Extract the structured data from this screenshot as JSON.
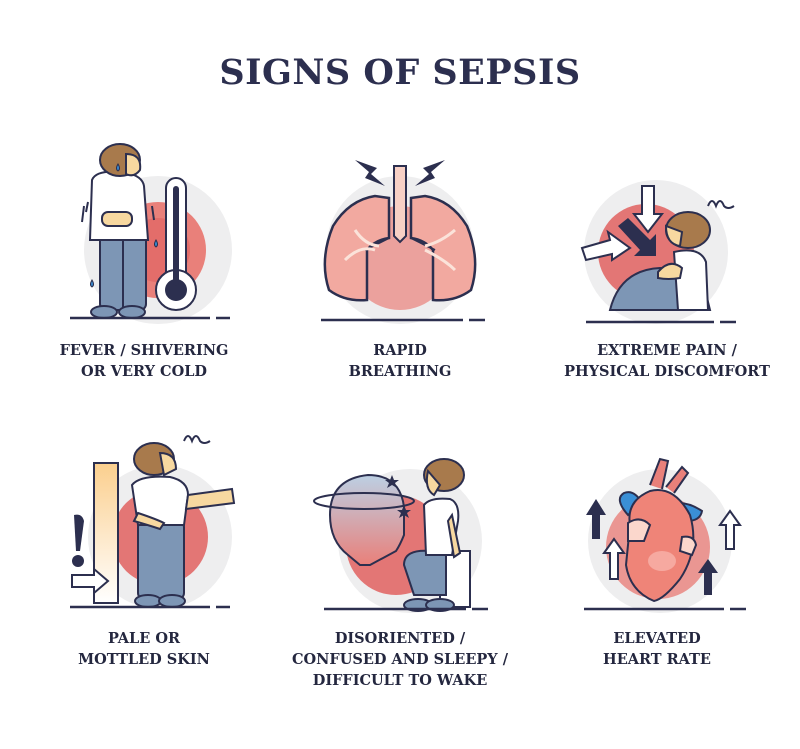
{
  "title": "SIGNS OF SEPSIS",
  "colors": {
    "navy": "#2c2f4f",
    "red": "#e0605f",
    "light_red": "#f2a9a0",
    "grey_circle": "#eeeeef",
    "denim": "#7d96b5",
    "hair": "#a87a4c",
    "skin": "#f7d8a0",
    "blue_vessel": "#3a8fd6"
  },
  "signs": [
    {
      "id": "fever",
      "icon": "thermometer-shivering-person",
      "lines": [
        "FEVER / SHIVERING",
        "OR VERY COLD"
      ]
    },
    {
      "id": "breathing",
      "icon": "lungs",
      "lines": [
        "RAPID",
        "BREATHING"
      ]
    },
    {
      "id": "pain",
      "icon": "person-in-pain",
      "lines": [
        "EXTREME PAIN /",
        "PHYSICAL DISCOMFORT"
      ]
    },
    {
      "id": "pale",
      "icon": "pale-skin-person",
      "lines": [
        "PALE OR",
        "MOTTLED SKIN"
      ]
    },
    {
      "id": "disoriented",
      "icon": "confused-head",
      "lines": [
        "DISORIENTED /",
        "CONFUSED AND SLEEPY /",
        "DIFFICULT TO WAKE"
      ]
    },
    {
      "id": "heart",
      "icon": "heart-arrows",
      "lines": [
        "ELEVATED",
        "HEART RATE"
      ]
    }
  ]
}
